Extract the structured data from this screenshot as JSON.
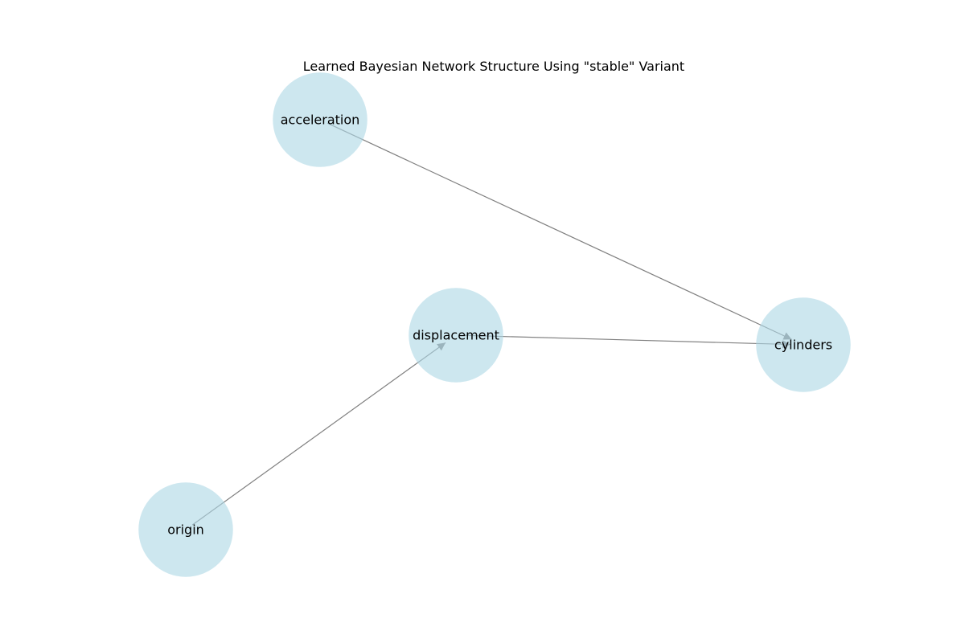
{
  "diagram": {
    "title": "Learned Bayesian Network Structure Using \"stable\" Variant",
    "node_color": "#add8e6",
    "edge_color": "#808080",
    "nodes": [
      {
        "id": "acceleration",
        "label": "acceleration"
      },
      {
        "id": "displacement",
        "label": "displacement"
      },
      {
        "id": "cylinders",
        "label": "cylinders"
      },
      {
        "id": "origin",
        "label": "origin"
      }
    ],
    "edges": [
      {
        "from": "acceleration",
        "to": "cylinders"
      },
      {
        "from": "displacement",
        "to": "cylinders"
      },
      {
        "from": "origin",
        "to": "displacement"
      }
    ]
  }
}
